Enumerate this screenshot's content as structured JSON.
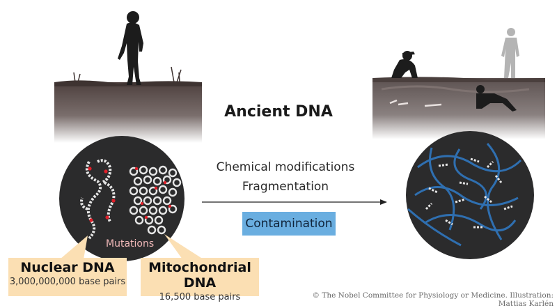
{
  "title": "Ancient DNA",
  "processes": [
    "Chemical modifications",
    "Fragmentation"
  ],
  "contamination_label": "Contamination",
  "mutations_label": "Mutations",
  "nuclear": {
    "title": "Nuclear DNA",
    "subtitle": "3,000,000,000 base pairs"
  },
  "mito": {
    "title": "Mitochondrial DNA",
    "subtitle": "16,500 base pairs"
  },
  "credit": "© The Nobel Committee for Physiology or Medicine. Illustration: Mattias Karlén",
  "colors": {
    "soil": "#5a4b48",
    "circle": "#2b2b2c",
    "contamination": "#6aaee0",
    "box": "#fbdfb3",
    "mutation": "#e0202a",
    "contam_dna": "#2f6fb0"
  }
}
